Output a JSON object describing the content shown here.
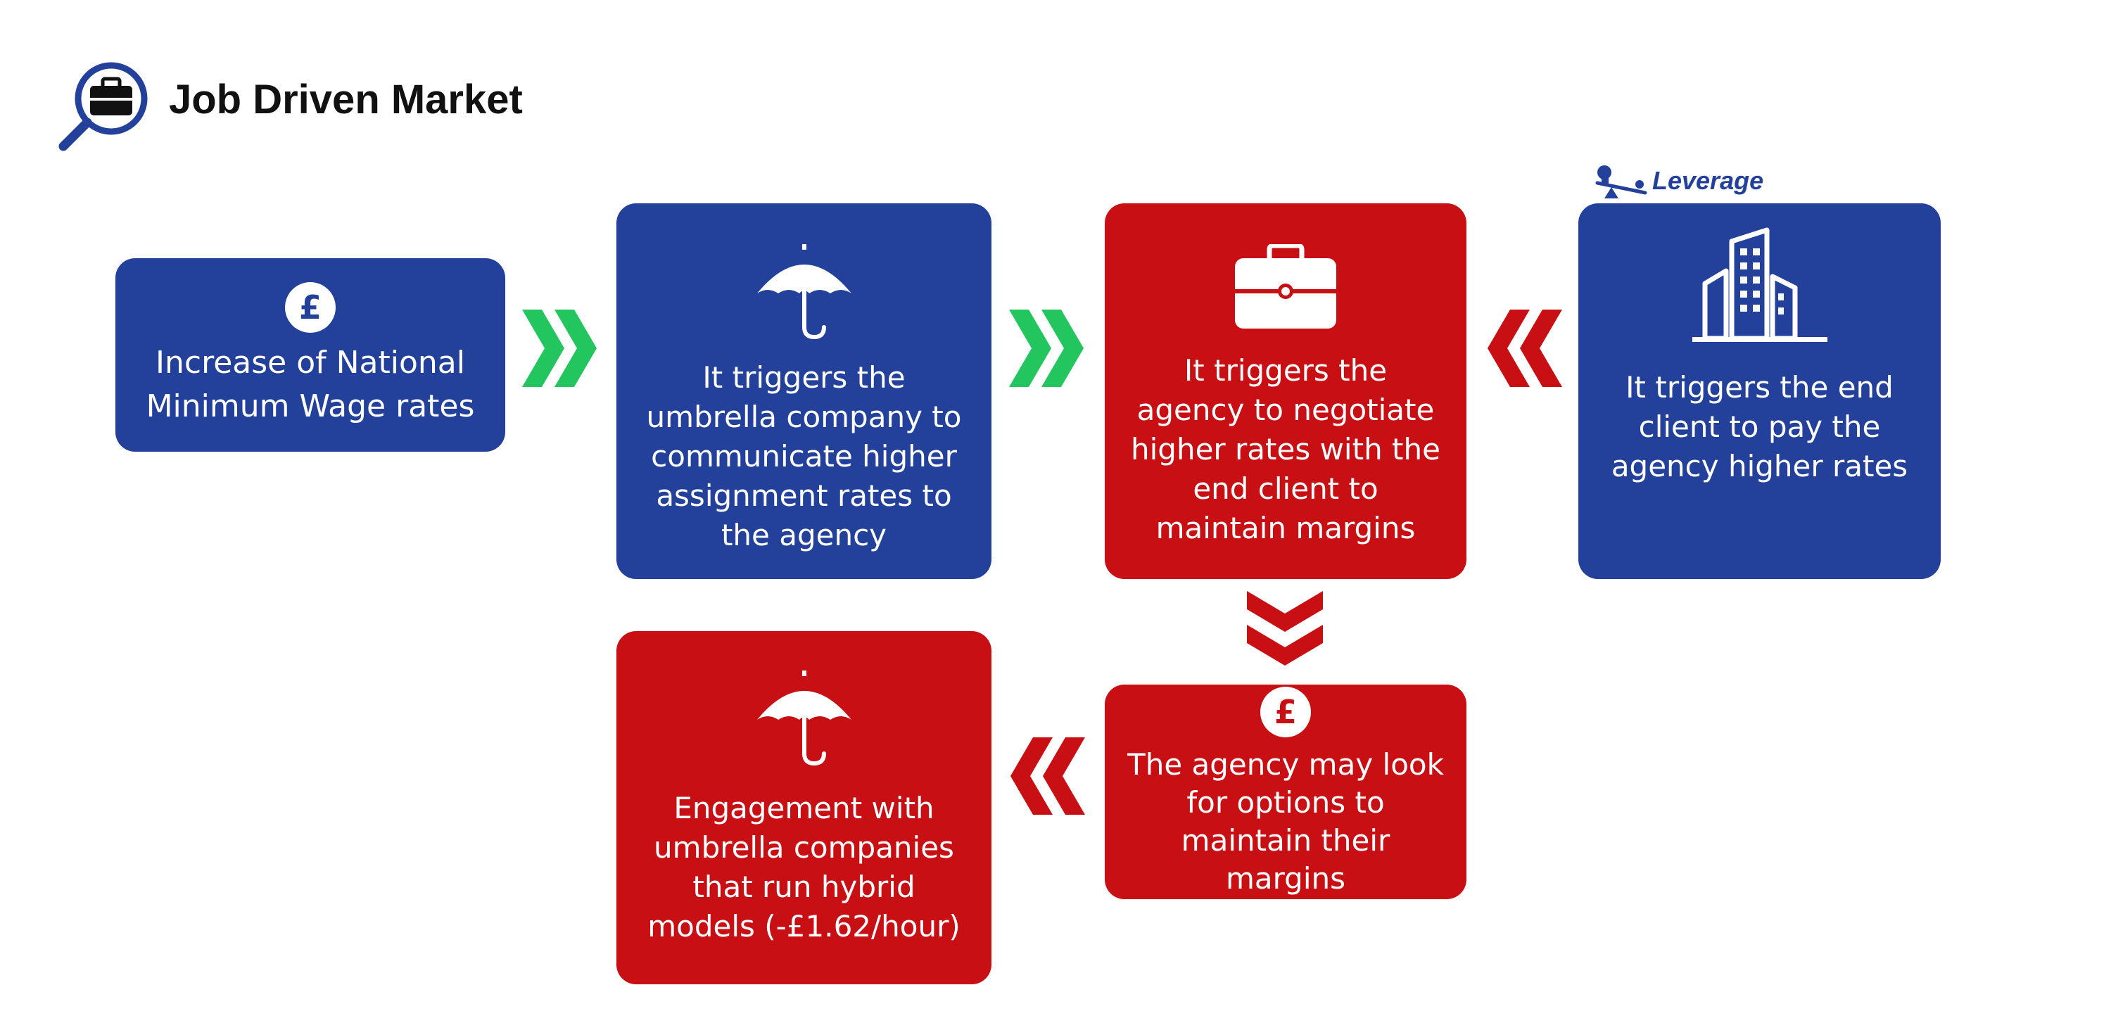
{
  "header": {
    "title": "Job Driven Market",
    "logo_icon": "magnifier-briefcase-icon"
  },
  "leverage": {
    "label": "Leverage",
    "icon": "seesaw-icon"
  },
  "colors": {
    "blue": "#23409b",
    "red": "#c80f14",
    "green_arrow": "#22c55e",
    "red_arrow": "#c80f14"
  },
  "nodes": {
    "nmw": {
      "text": "Increase of National Minimum Wage rates",
      "icon": "pound-coin-icon",
      "color": "blue"
    },
    "umbrella": {
      "text": "It triggers the umbrella company to communicate higher assignment rates to the agency",
      "icon": "umbrella-icon",
      "color": "blue"
    },
    "agency": {
      "text": "It triggers the agency to negotiate higher rates with the end client to maintain margins",
      "icon": "briefcase-icon",
      "color": "red"
    },
    "client": {
      "text": "It triggers the end client to pay the agency higher rates",
      "icon": "buildings-icon",
      "color": "blue"
    },
    "options": {
      "text": "The agency may look for options to maintain their margins",
      "icon": "pound-coin-icon",
      "color": "red"
    },
    "hybrid": {
      "text": "Engagement with umbrella companies that run hybrid models (-£1.62/hour)",
      "icon": "umbrella-icon",
      "color": "red"
    },
    "coin_symbol": "£"
  },
  "arrows": [
    {
      "from": "nmw",
      "to": "umbrella",
      "icon": "double-chevron-right-icon",
      "color": "green"
    },
    {
      "from": "umbrella",
      "to": "agency",
      "icon": "double-chevron-right-icon",
      "color": "green"
    },
    {
      "from": "client",
      "to": "agency",
      "icon": "double-chevron-left-icon",
      "color": "red"
    },
    {
      "from": "agency",
      "to": "options",
      "icon": "double-chevron-down-icon",
      "color": "red"
    },
    {
      "from": "options",
      "to": "hybrid",
      "icon": "double-chevron-left-icon",
      "color": "red"
    }
  ]
}
